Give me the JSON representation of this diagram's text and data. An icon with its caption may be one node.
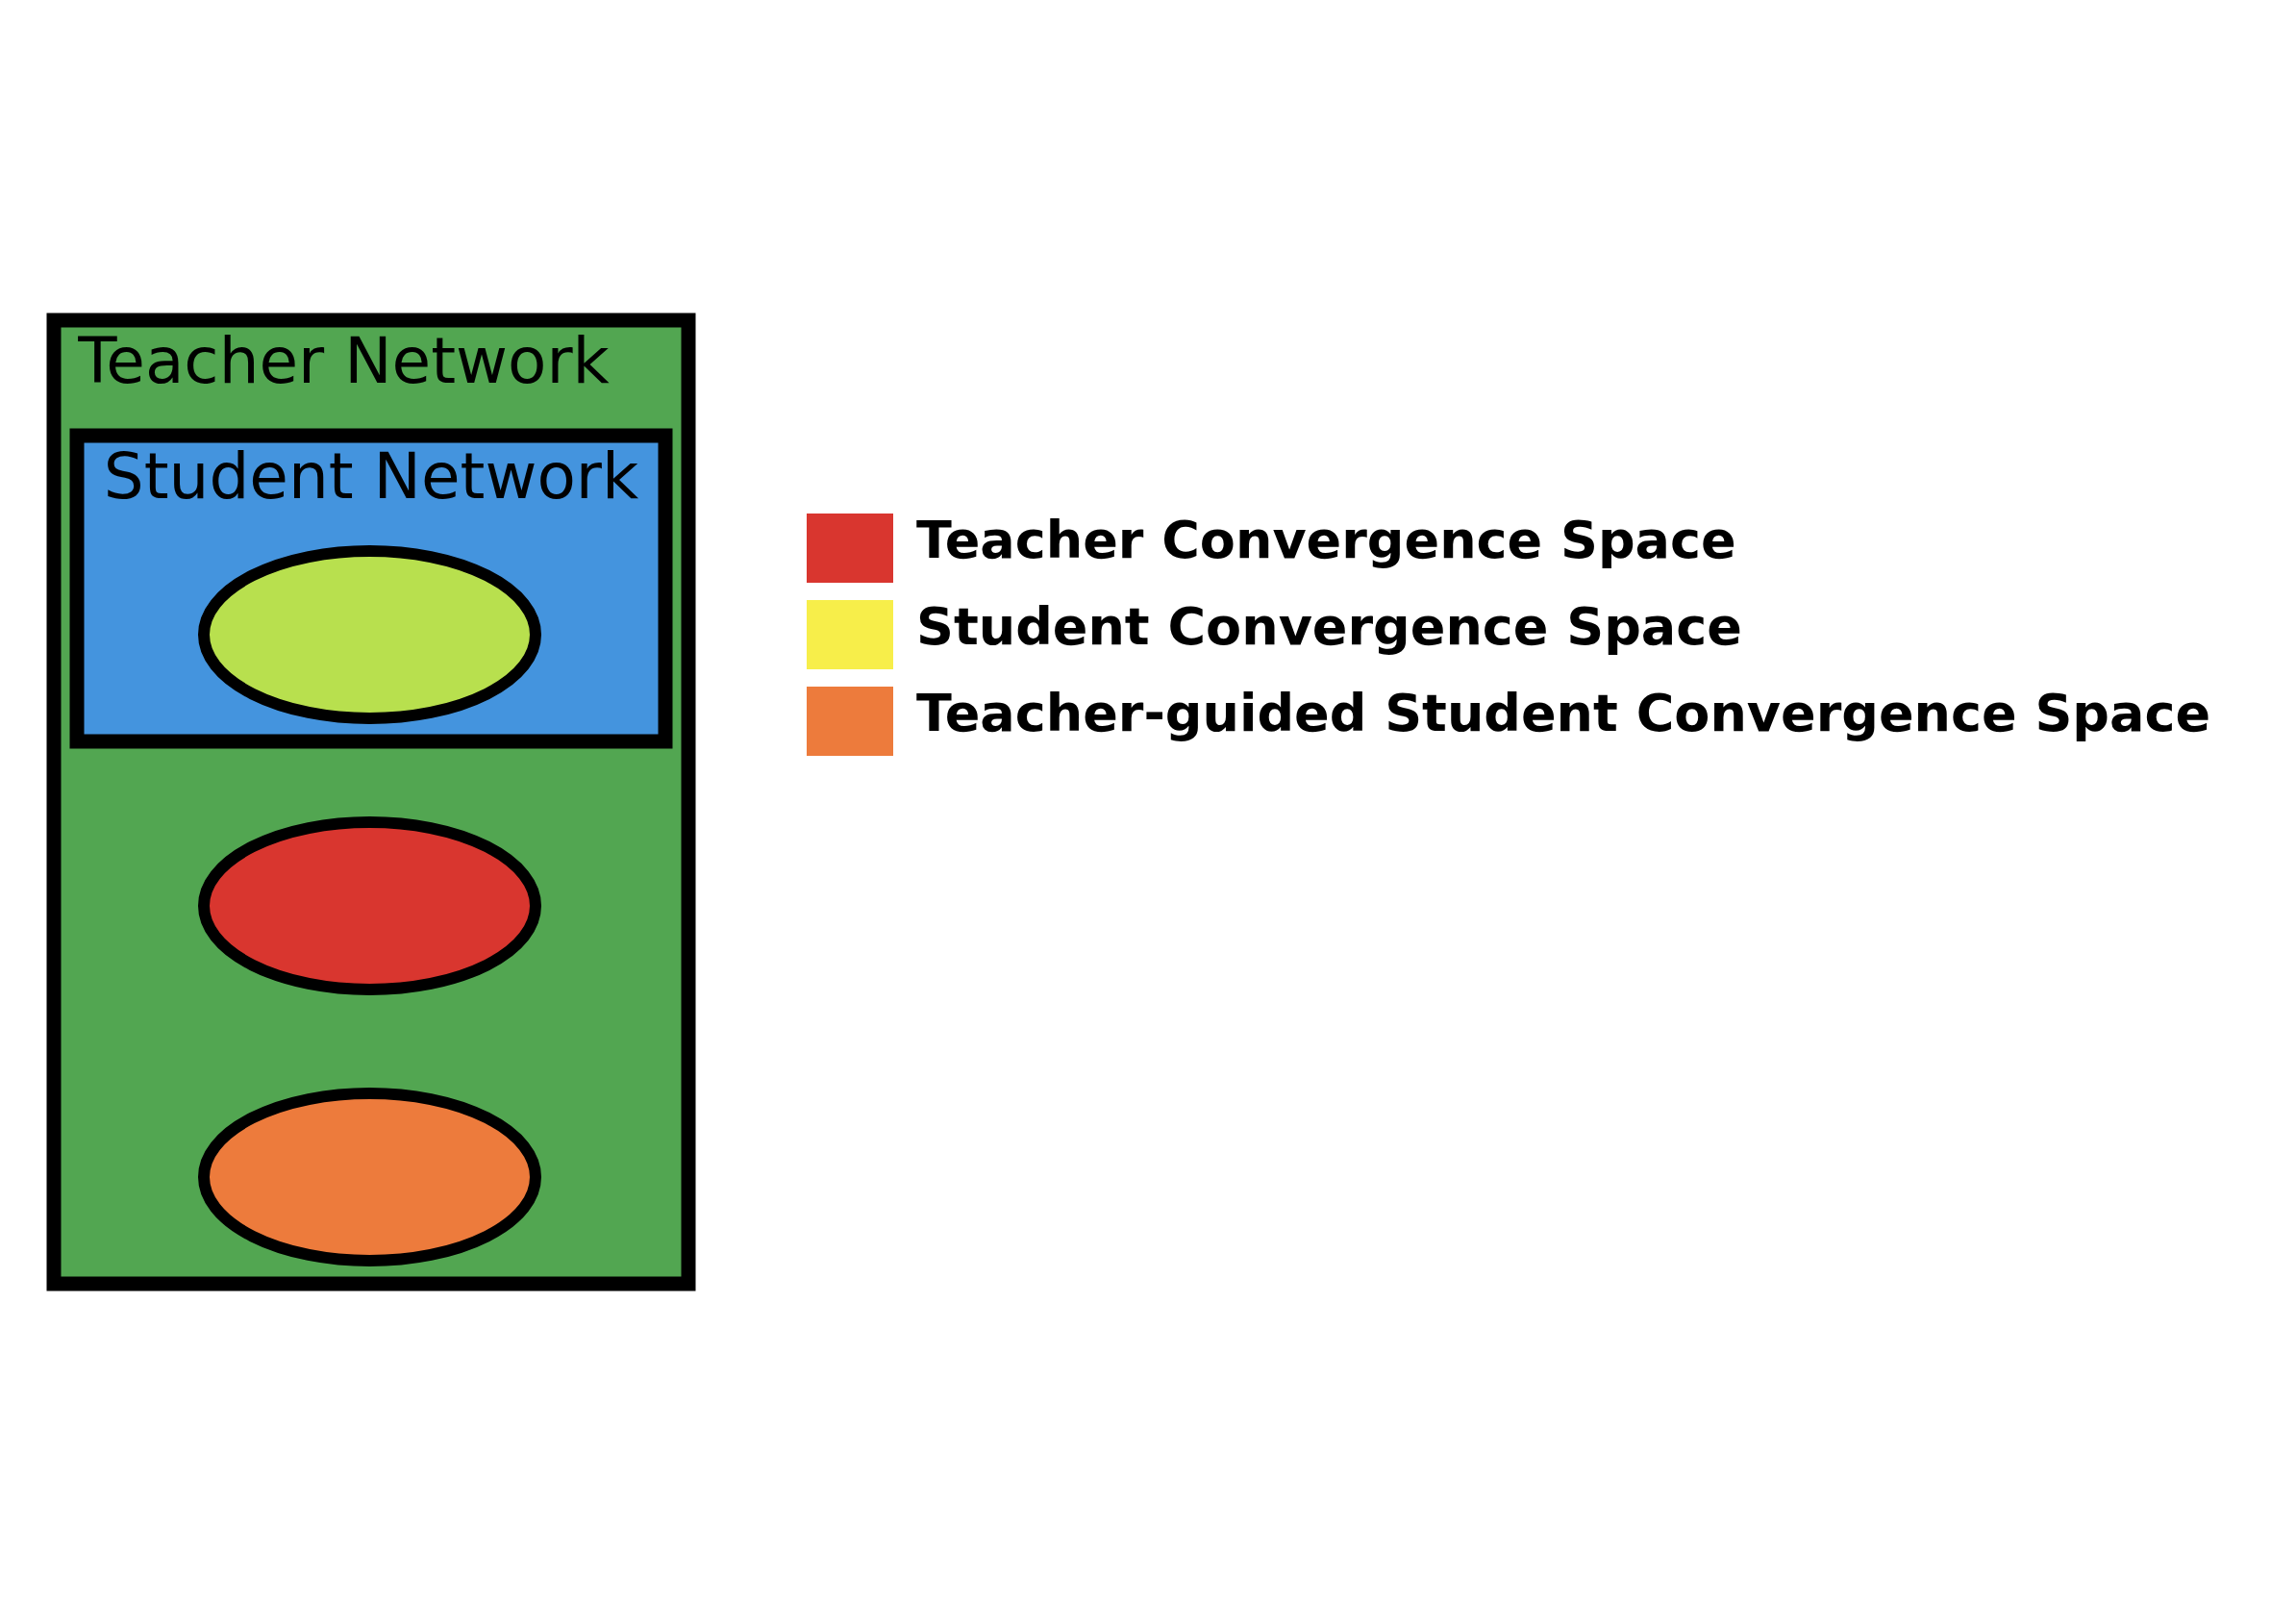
{
  "diagram": {
    "nodes": [
      {
        "text": [
          "Teacher Network"
        ]
      },
      {
        "text": [
          "Student Network"
        ],
        "in": 0
      },
      {
        "text": [],
        "shape": "ellipse",
        "in": 0
      },
      {
        "text": [],
        "shape": "ellipse",
        "in": 0
      },
      {
        "text": [],
        "shape": "ellipse",
        "in": 1
      }
    ],
    "legend": [
      {
        "text": "Teacher Convergence Space",
        "color": "#d9362f"
      },
      {
        "text": "Student Convergence Space",
        "color": "#f7ee4a"
      },
      {
        "text": "Teacher-guided Student Convergence Space",
        "color": "#ed7b3c"
      }
    ]
  }
}
